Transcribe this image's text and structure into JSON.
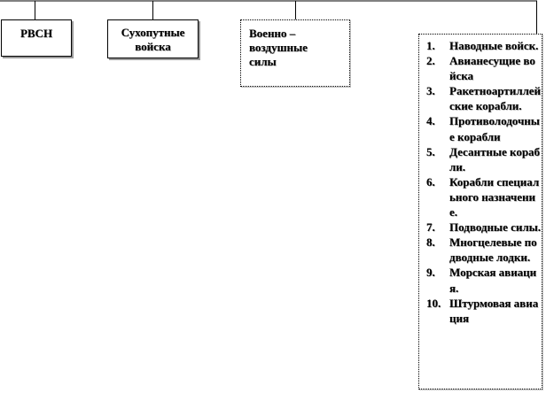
{
  "boxes": {
    "rvsn": "РВСН",
    "ground_forces_line1": "Сухопутные",
    "ground_forces_line2": "войска",
    "air_force_line1": "Военно –",
    "air_force_line2": "воздушные",
    "air_force_line3": "силы"
  },
  "navy_list": [
    {
      "num": "1.",
      "text": "Наводные войск."
    },
    {
      "num": "2.",
      "text": "Авианесущие войска"
    },
    {
      "num": "3.",
      "text": "Ракетноартиллейские корабли."
    },
    {
      "num": "4.",
      "text": "Противолодочные корабли"
    },
    {
      "num": "5.",
      "text": "Десантные корабли."
    },
    {
      "num": "6.",
      "text": "Корабли специального назначение."
    },
    {
      "num": "7.",
      "text": "Подводные силы."
    },
    {
      "num": "8.",
      "text": "Многцелевые подводные лодки."
    },
    {
      "num": "9.",
      "text": "Морская авиация."
    },
    {
      "num": "10.",
      "text": "Штурмовая авиация"
    }
  ],
  "colors": {
    "line": "#000000",
    "shadow": "#9a9a9a"
  }
}
